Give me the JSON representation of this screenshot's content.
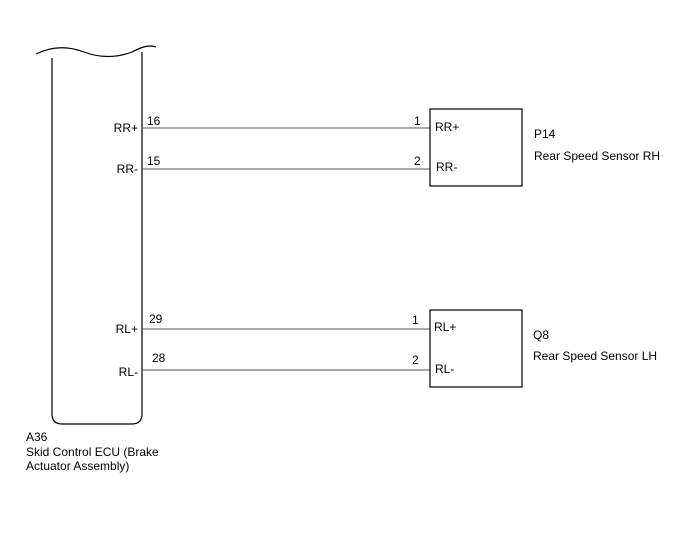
{
  "ecu": {
    "code": "A36",
    "name_line1": "Skid Control ECU (Brake",
    "name_line2": "Actuator Assembly)",
    "terminals": [
      {
        "label": "RR+",
        "pin": "16"
      },
      {
        "label": "RR-",
        "pin": "15"
      },
      {
        "label": "RL+",
        "pin": "29"
      },
      {
        "label": "RL-",
        "pin": "28"
      }
    ]
  },
  "sensor_rh": {
    "code": "P14",
    "name": "Rear Speed Sensor RH",
    "terminals": [
      {
        "label": "RR+",
        "pin": "1"
      },
      {
        "label": "RR-",
        "pin": "2"
      }
    ]
  },
  "sensor_lh": {
    "code": "Q8",
    "name": "Rear Speed Sensor LH",
    "terminals": [
      {
        "label": "RL+",
        "pin": "1"
      },
      {
        "label": "RL-",
        "pin": "2"
      }
    ]
  },
  "colors": {
    "line": "#000000",
    "wire": "#555555",
    "background": "#ffffff"
  }
}
